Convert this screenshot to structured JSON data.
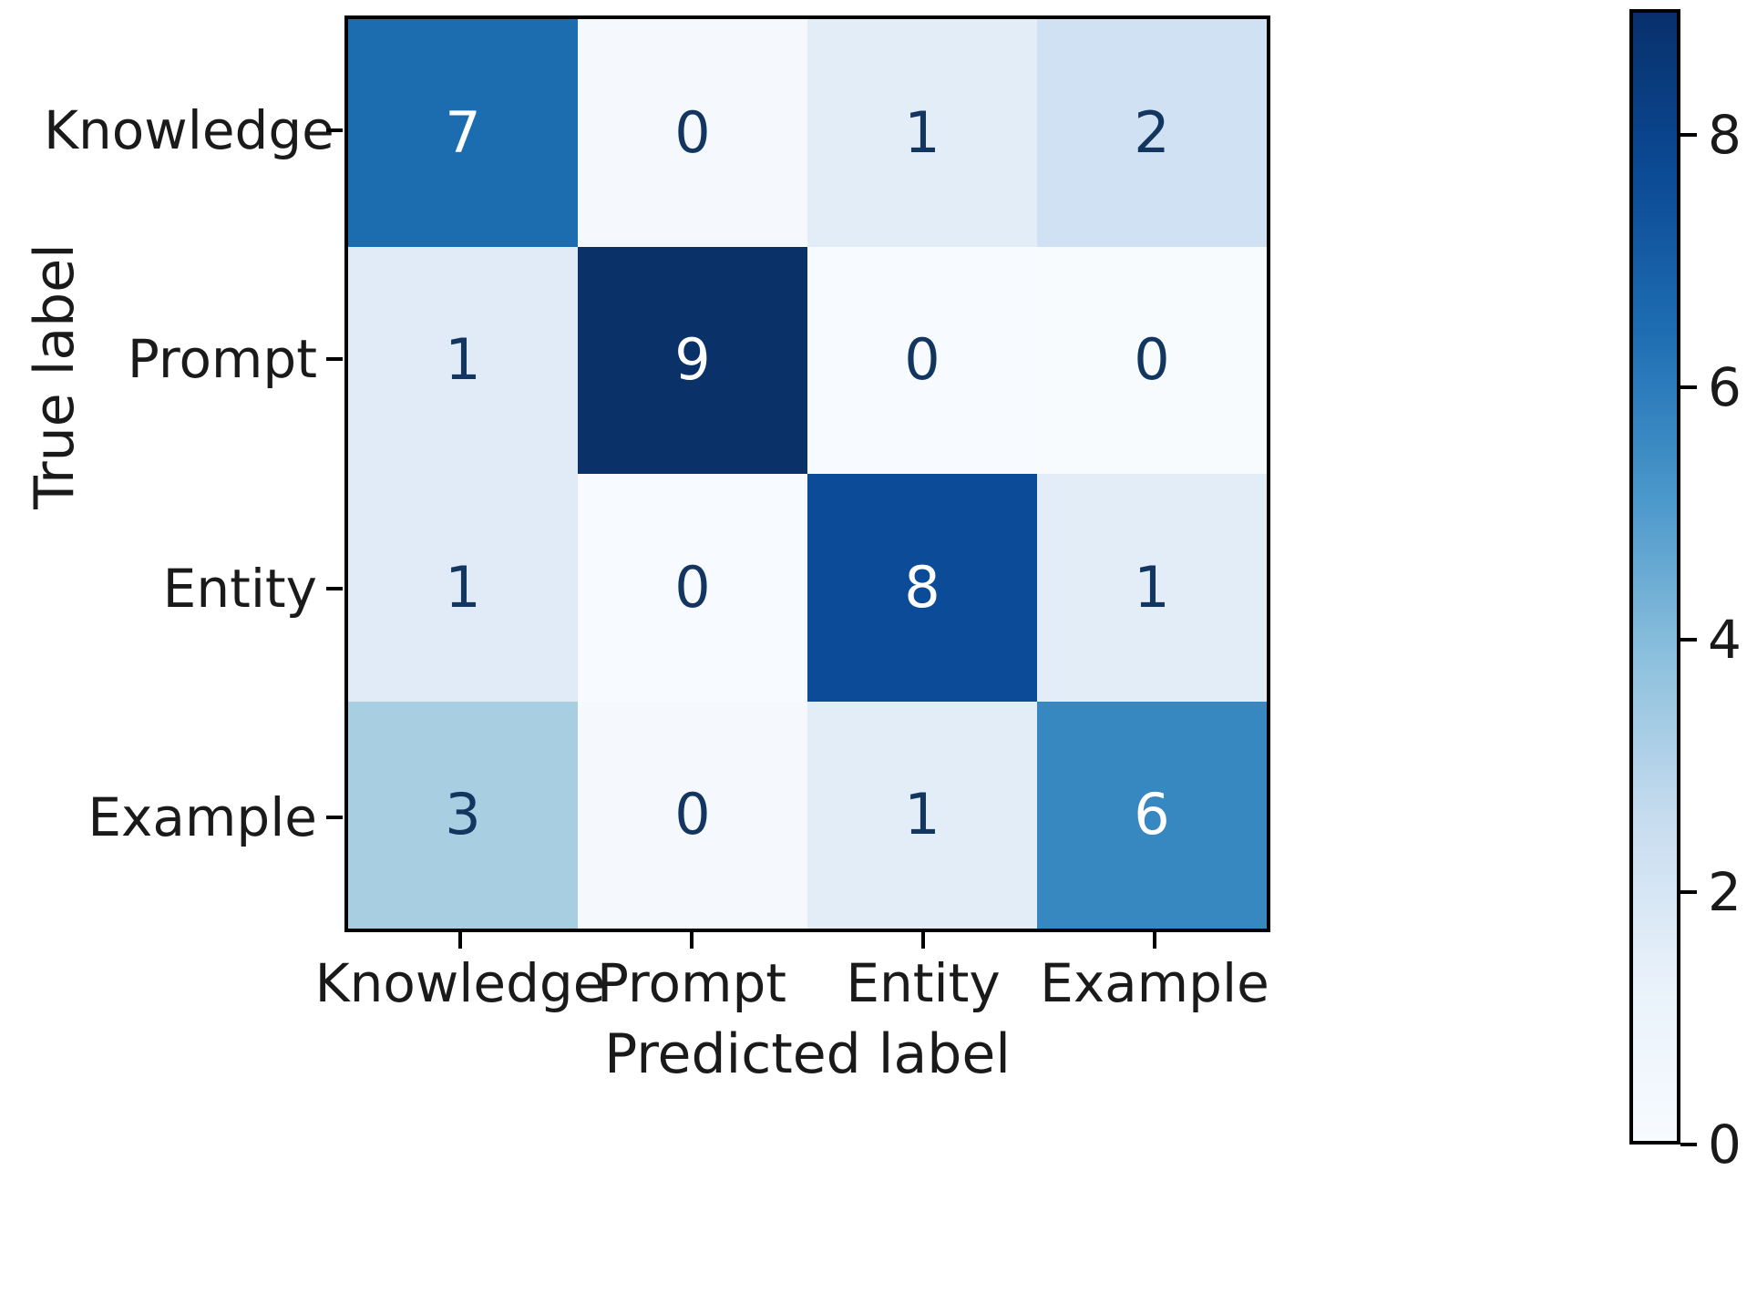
{
  "chart_data": {
    "type": "heatmap",
    "subtype": "confusion-matrix",
    "title": "",
    "xlabel": "Predicted label",
    "ylabel": "True label",
    "categories": [
      "Knowledge",
      "Prompt",
      "Entity",
      "Example"
    ],
    "x_tick_labels": [
      "Knowledge",
      "Prompt",
      "Entity",
      "Example"
    ],
    "y_tick_labels": [
      "Knowledge",
      "Prompt",
      "Entity",
      "Example"
    ],
    "matrix": [
      [
        7,
        0,
        1,
        2
      ],
      [
        1,
        9,
        0,
        0
      ],
      [
        1,
        0,
        8,
        1
      ],
      [
        3,
        0,
        1,
        6
      ]
    ],
    "rows": [
      {
        "label": "Knowledge",
        "values": [
          7,
          0,
          1,
          2
        ]
      },
      {
        "label": "Prompt",
        "values": [
          1,
          9,
          0,
          0
        ]
      },
      {
        "label": "Entity",
        "values": [
          1,
          0,
          8,
          1
        ]
      },
      {
        "label": "Example",
        "values": [
          3,
          0,
          1,
          6
        ]
      }
    ],
    "cell_colors": [
      [
        "#1c6cb0",
        "#f5f9fe",
        "#e3edf8",
        "#cfe1f2"
      ],
      [
        "#e0ebf7",
        "#0a3269",
        "#f7fafe",
        "#f7fbfe"
      ],
      [
        "#e0ebf7",
        "#f7fafe",
        "#0c4b97",
        "#e3edf8"
      ],
      [
        "#a8cee2",
        "#f5f9fe",
        "#e3edf8",
        "#3787c0"
      ]
    ],
    "cell_text_colors": [
      [
        "#ffffff",
        "#12365f",
        "#12365f",
        "#12365f"
      ],
      [
        "#12365f",
        "#ffffff",
        "#12365f",
        "#12365f"
      ],
      [
        "#12365f",
        "#12365f",
        "#ffffff",
        "#12365f"
      ],
      [
        "#12365f",
        "#12365f",
        "#12365f",
        "#ffffff"
      ]
    ],
    "colormap": "Blues",
    "colorbar": {
      "orientation": "vertical",
      "vmin": 0,
      "vmax": 9,
      "ticks": [
        8,
        6,
        4,
        2,
        0
      ],
      "tick_labels": [
        "8",
        "6",
        "4",
        "2",
        "0"
      ],
      "gradient_stops": [
        "#08306b",
        "#0b4a95",
        "#1f6eb3",
        "#4a97cb",
        "#8cc0dd",
        "#c7dcef",
        "#e8f1fa",
        "#f7fbff"
      ]
    },
    "grid": false,
    "legend_position": "right",
    "axis_colors": {
      "tick_text": "#1a1a1a",
      "spine": "#000000",
      "background": "#ffffff"
    }
  }
}
